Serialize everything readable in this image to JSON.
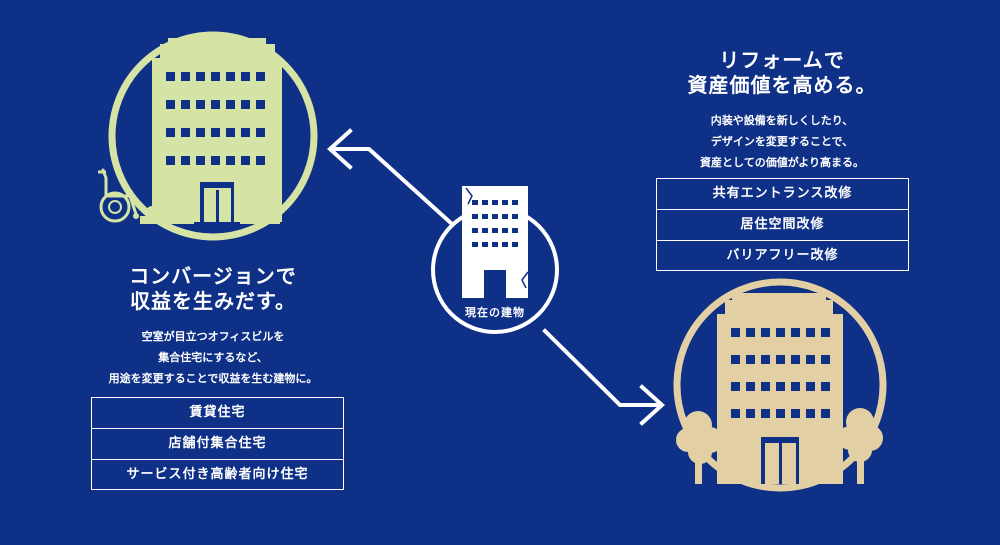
{
  "colors": {
    "background": "#0e3086",
    "left_building": "#d5e3a4",
    "right_building": "#e3cfa4",
    "center_building": "#ffffff"
  },
  "center": {
    "label": "現在の建物"
  },
  "left": {
    "heading_line1": "コンバージョンで",
    "heading_line2": "収益を生みだす。",
    "desc_line1": "空室が目立つオフィスビルを",
    "desc_line2": "集合住宅にするなど、",
    "desc_line3": "用途を変更することで収益を生む建物に。",
    "items": [
      "賃貸住宅",
      "店舗付集合住宅",
      "サービス付き高齢者向け住宅"
    ]
  },
  "right": {
    "heading_line1": "リフォームで",
    "heading_line2": "資産価値を高める。",
    "desc_line1": "内装や設備を新しくしたり、",
    "desc_line2": "デザインを変更することで、",
    "desc_line3": "資産としての価値がより高まる。",
    "items": [
      "共有エントランス改修",
      "居住空間改修",
      "バリアフリー改修"
    ]
  }
}
